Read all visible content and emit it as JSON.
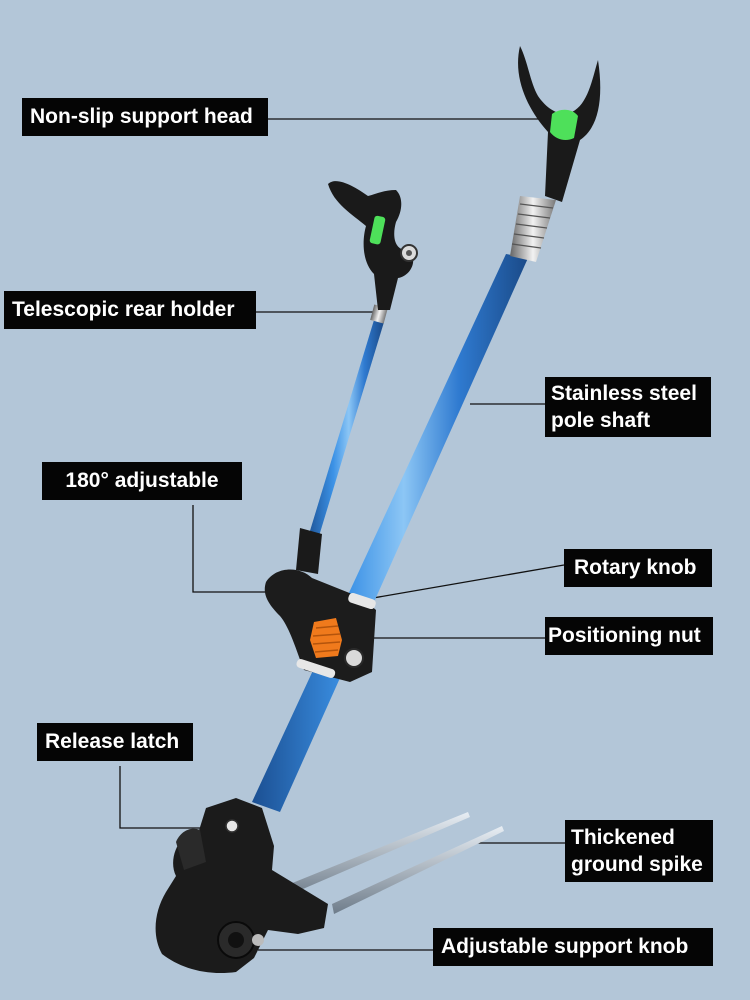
{
  "labels": {
    "support_head": "Non-slip support head",
    "rear_holder": "Telescopic rear holder",
    "pole_shaft": "Stainless steel\n pole shaft",
    "adjustable": "180° adjustable",
    "rotary_knob": "Rotary knob",
    "positioning_nut": "Positioning nut",
    "release_latch": "Release latch",
    "ground_spike": "Thickened\nground spike",
    "support_knob": "Adjustable support knob"
  },
  "colors": {
    "background": "#b3c6d8",
    "tube_blue": "#2f7ad0",
    "plastic_black": "#1a1a1a",
    "grip_green": "#4ee05a",
    "nut_orange": "#f07a1c",
    "label_bg": "#050505"
  }
}
